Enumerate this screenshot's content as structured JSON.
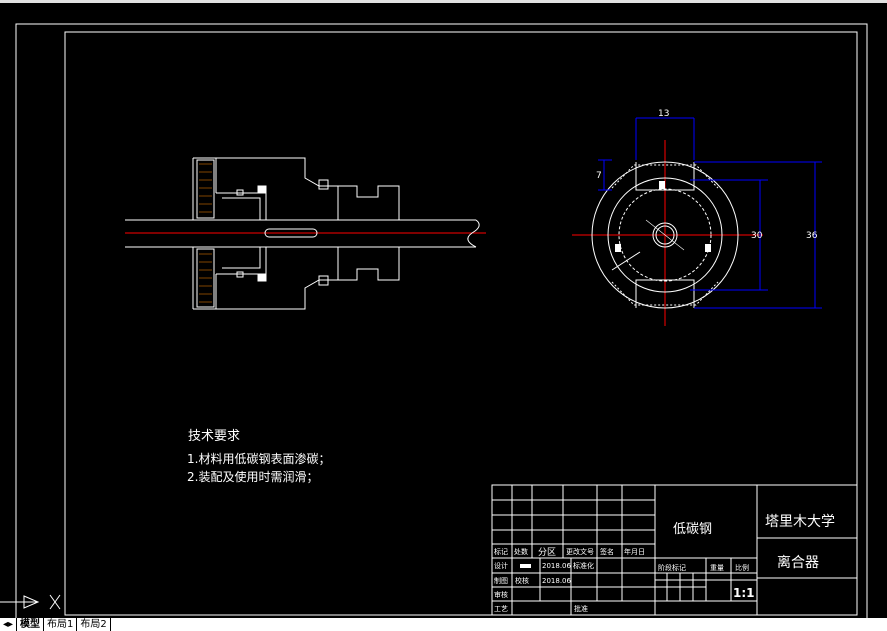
{
  "colors": {
    "background": "#000000",
    "lines": "#ffffff",
    "centerline": "#ff0000",
    "dimension": "#0000ff"
  },
  "tech_requirements": {
    "title": "技术要求",
    "item1": "1.材料用低碳钢表面渗碳；",
    "item2": "2.装配及使用时需润滑；"
  },
  "dimensions": {
    "top": "13",
    "left": "7",
    "inner": "30",
    "outer": "36"
  },
  "title_block": {
    "material": "低碳钢",
    "university": "塔里木大学",
    "part_name": "离合器",
    "scale_value": "1:1",
    "labels": {
      "mark": "标记",
      "count": "处数",
      "zone": "分区",
      "change_doc": "更改文号",
      "sign": "签名",
      "date": "年月日",
      "design": "设计",
      "standardize": "标准化",
      "draw": "制图",
      "check": "校核",
      "review": "审核",
      "process": "工艺",
      "approve": "批准",
      "stage_mark": "阶段标记",
      "weight": "重量",
      "scale": "比例"
    },
    "design_date": "2018.06",
    "draw_date": "2018.06"
  },
  "tabs": [
    "模型",
    "布局1",
    "布局2"
  ]
}
